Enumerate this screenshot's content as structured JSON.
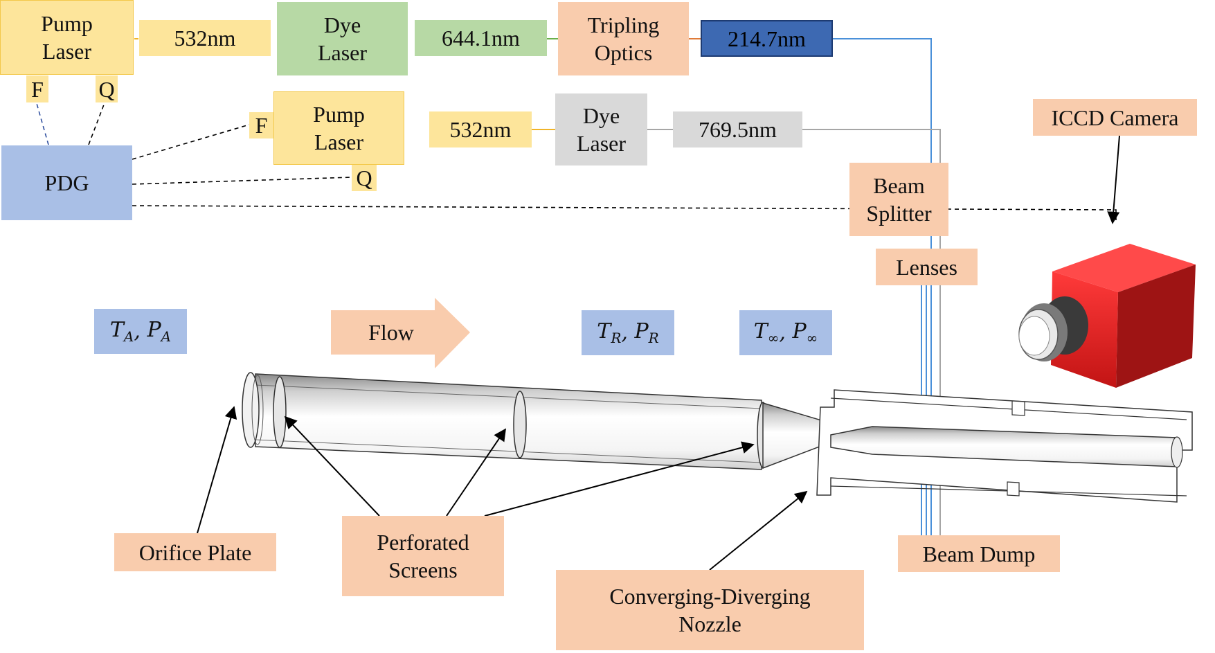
{
  "pump_laser_top": {
    "line1": "Pump",
    "line2": "Laser",
    "f": "F",
    "q": "Q"
  },
  "wl_532_top": "532nm",
  "dye_laser_top": {
    "line1": "Dye",
    "line2": "Laser"
  },
  "wl_644": "644.1nm",
  "tripling_optics": {
    "line1": "Tripling",
    "line2": "Optics"
  },
  "wl_214": "214.7nm",
  "pump_laser_mid": {
    "line1": "Pump",
    "line2": "Laser",
    "f": "F",
    "q": "Q"
  },
  "wl_532_mid": "532nm",
  "dye_laser_mid": {
    "line1": "Dye",
    "line2": "Laser"
  },
  "wl_769": "769.5nm",
  "pdg": "PDG",
  "beam_splitter": {
    "line1": "Beam",
    "line2": "Splitter"
  },
  "lenses": "Lenses",
  "iccd_camera": "ICCD Camera",
  "state_a": {
    "t": "T",
    "t_sub": "A",
    "p": "P",
    "p_sub": "A"
  },
  "flow": "Flow",
  "state_r": {
    "t": "T",
    "t_sub": "R",
    "p": "P",
    "p_sub": "R"
  },
  "state_inf": {
    "t": "T",
    "t_sub": "∞",
    "p": "P",
    "p_sub": "∞"
  },
  "orifice_plate": "Orifice Plate",
  "perforated_screens": {
    "line1": "Perforated",
    "line2": "Screens"
  },
  "cd_nozzle": {
    "line1": "Converging-Diverging",
    "line2": "Nozzle"
  },
  "beam_dump": "Beam Dump",
  "colors": {
    "label_box": "#f9ccad",
    "pump_box": "#fde59b",
    "dye_top_box": "#b7d9a5",
    "uv_box": "#3d69b2",
    "gray_box": "#d9d9d9",
    "state_box": "#a9bfe6",
    "beam_uv": "#4a90d9",
    "beam_nir": "#a6a6a6",
    "beam_green": "#6ab04c",
    "beam_orange_644": "#e07b39",
    "beam_yellow_532": "#f0b429",
    "camera_red": "#e02020"
  }
}
